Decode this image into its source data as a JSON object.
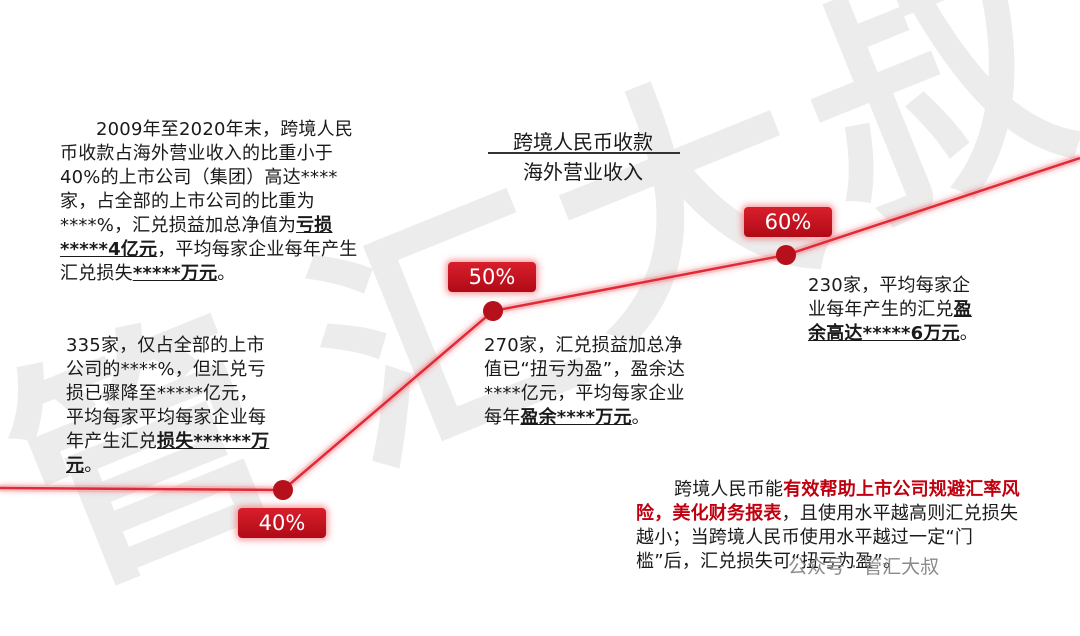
{
  "watermark": {
    "chars": [
      "管",
      "汇",
      "大",
      "叔"
    ]
  },
  "ratio_label": {
    "numerator": "跨境人民币收款",
    "denominator": "海外营业收入"
  },
  "points": [
    {
      "label": "40%",
      "value": 40
    },
    {
      "label": "50%",
      "value": 50
    },
    {
      "label": "60%",
      "value": 60
    }
  ],
  "text_blocks": {
    "top_left": {
      "p1": "2009年至2020年末，跨境人民币收款占海外营业收入的比重小于40%的上市公司（集团）高达****家，占全部的上市公司的比重为****%，汇兑损益加总净值为",
      "b1": "亏损*****4亿元",
      "p2": "，平均每家企业每年产生汇兑损失",
      "b2": "*****万元",
      "p3": "。"
    },
    "lower_left": {
      "p1": "335家，仅占全部的上市公司的****%，但汇兑亏损已骤降至*****亿元，平均每家平均每家企业每年产生汇兑",
      "b1": "损失******万元",
      "p2": "。"
    },
    "middle": {
      "p1": "270家，汇兑损益加总净值已“扭亏为盈”，盈余达****亿元，平均每家企业每年",
      "b1": "盈余****万元",
      "p2": "。"
    },
    "right": {
      "p1": "230家，平均每家企业每年产生的汇兑",
      "b1": "盈余高达*****6万元",
      "p2": "。"
    },
    "bottom_right": {
      "p1": "跨境人民币能",
      "r1": "有效帮助上市公司规避汇率风险，美化财务报表",
      "p2": "，且使用水平越高则汇兑损失越小；当跨境人民币使用水平越过一定“门槛”后，汇兑损失可“扭亏为盈”。"
    }
  },
  "footer_mark": "公众号 · 管汇大叔",
  "colors": {
    "accent": "#c0000f",
    "curve": "#e02a35"
  }
}
